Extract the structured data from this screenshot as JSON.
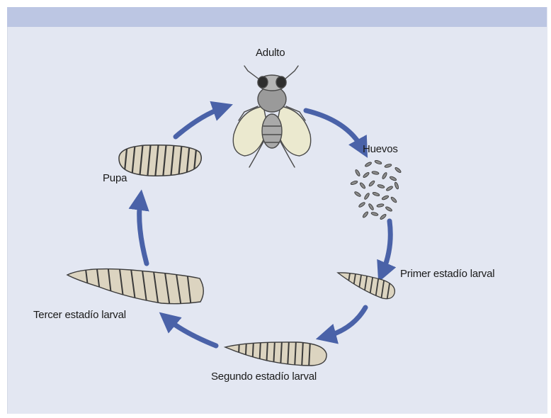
{
  "labels": {
    "adult": "Adulto",
    "eggs": "Huevos",
    "first_larva": "Primer estadío larval",
    "second_larva": "Segundo estadío larval",
    "third_larva": "Tercer estadío larval",
    "pupa": "Pupa"
  },
  "colors": {
    "background": "#e3e7f2",
    "header_band": "#bcc6e3",
    "arrow": "#4a62a8",
    "larva_fill": "#dcd4c0",
    "wing_fill": "#ebe9cf"
  }
}
